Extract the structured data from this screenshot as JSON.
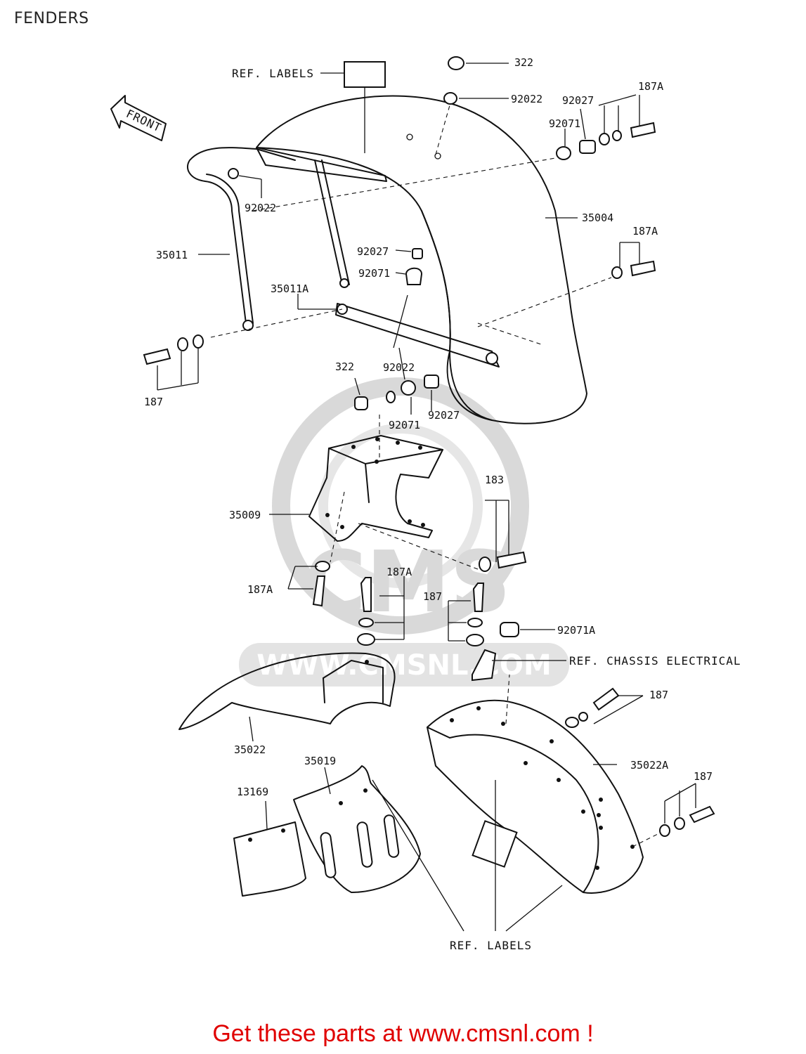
{
  "page": {
    "title": "FENDERS",
    "footer_link": "Get these parts at www.cmsnl.com !"
  },
  "watermark": {
    "text": "CMS",
    "url": "WWW.CMSNL.COM"
  },
  "direction_arrow": {
    "label": "FRONT"
  },
  "callouts": {
    "ref_labels_top": "REF. LABELS",
    "ref_labels_bottom": "REF. LABELS",
    "ref_chassis": "REF. CHASSIS ELECTRICAL"
  },
  "parts": {
    "p322_top": "322",
    "p92022_top": "92022",
    "p92027_top": "92027",
    "p187A_top": "187A",
    "p92071_top": "92071",
    "p92022_left": "92022",
    "p35004": "35004",
    "p187A_mid": "187A",
    "p35011": "35011",
    "p92027_mid": "92027",
    "p92071_mid": "92071",
    "p35011A": "35011A",
    "p187_left": "187",
    "p322_mid": "322",
    "p92022_mid": "92022",
    "p92071_low": "92071",
    "p92027_low": "92027",
    "p183": "183",
    "p35009": "35009",
    "p187A_low": "187A",
    "p187A_bracket": "187A",
    "p187_bracket": "187",
    "p92071A": "92071A",
    "p187_right": "187",
    "p35022": "35022",
    "p35019": "35019",
    "p13169": "13169",
    "p35022A": "35022A",
    "p187_low_right": "187"
  },
  "colors": {
    "footer": "#e00000",
    "ink": "#111111",
    "watermark": "#d9d9d9"
  }
}
